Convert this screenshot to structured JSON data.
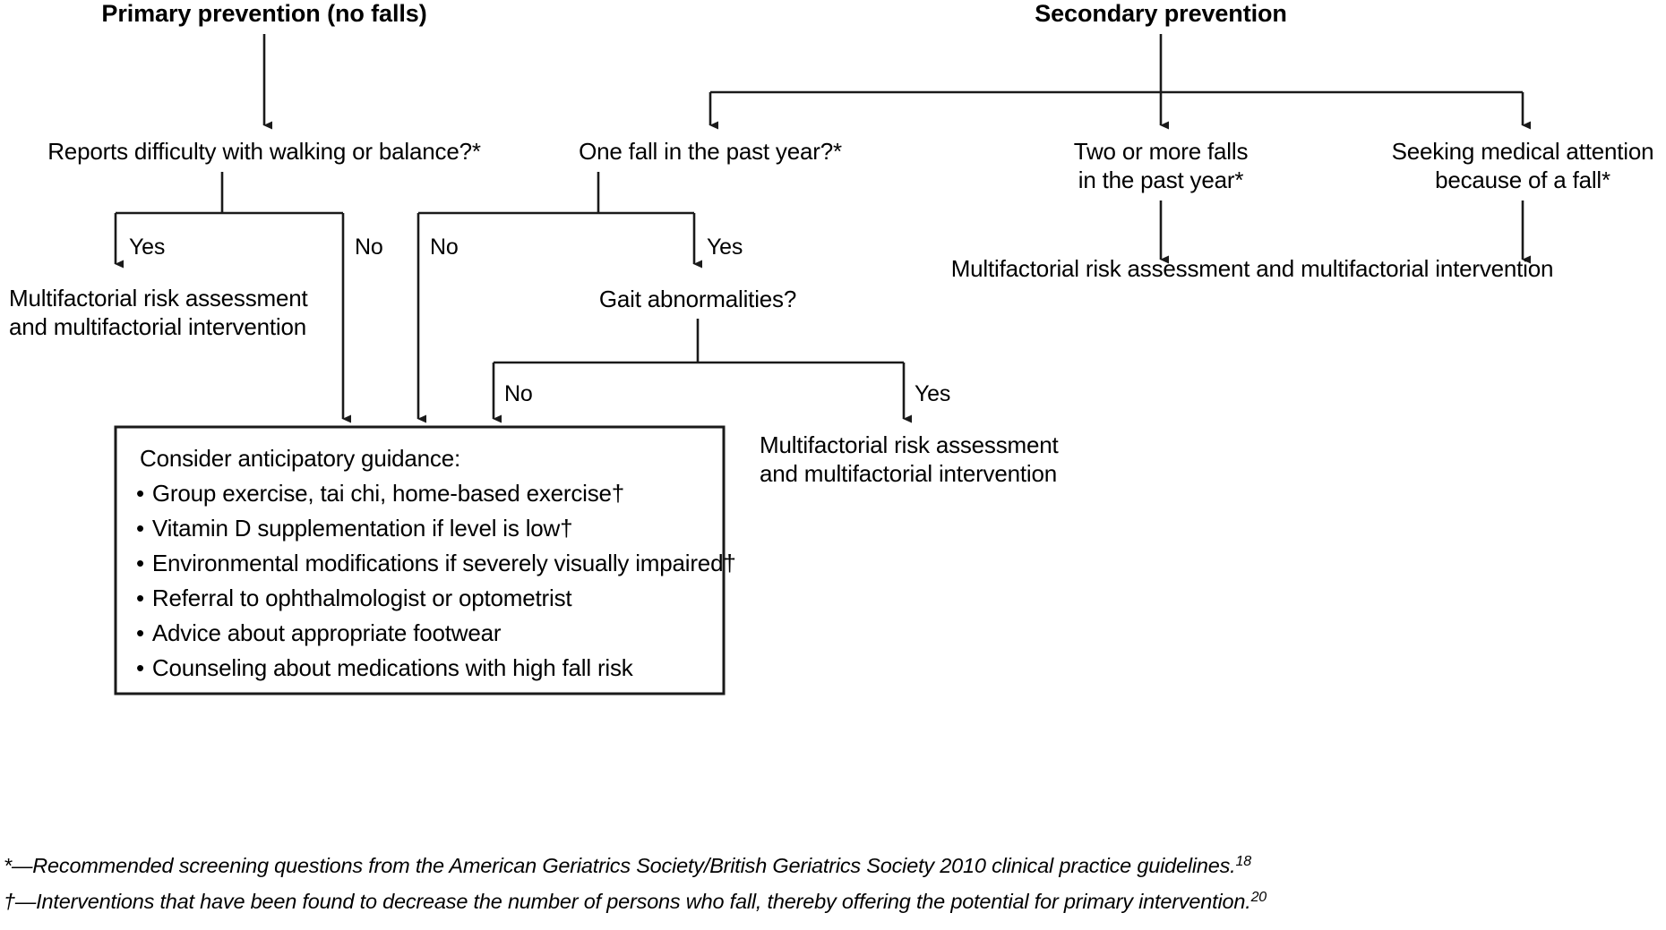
{
  "figure": {
    "type": "clinical-decision-flowchart",
    "title_left": "Primary prevention (no falls)",
    "title_right": "Secondary prevention"
  },
  "headers": {
    "primary": "Primary prevention (no falls)",
    "secondary": "Secondary prevention"
  },
  "nodes": {
    "primary_question": "Reports difficulty with walking or balance?*",
    "one_fall_question": "One fall in the past year?*",
    "two_or_more_falls_line1": "Two or more falls",
    "two_or_more_falls_line2": "in the past year*",
    "seeking_attention_line1": "Seeking medical attention",
    "seeking_attention_line2": "because of a fall*",
    "gait_question": "Gait abnormalities?",
    "outcome_left_line1": "Multifactorial risk assessment",
    "outcome_left_line2": "and multifactorial intervention",
    "outcome_right_single": "Multifactorial risk assessment and multifactorial intervention",
    "outcome_gait_line1": "Multifactorial risk assessment",
    "outcome_gait_line2": "and multifactorial intervention"
  },
  "branch_labels": {
    "primary_yes": "Yes",
    "primary_no": "No",
    "onefall_no": "No",
    "onefall_yes": "Yes",
    "gait_no": "No",
    "gait_yes": "Yes"
  },
  "guidance_box": {
    "title": "Consider anticipatory guidance:",
    "items": [
      "Group exercise, tai chi, home-based exercise†",
      "Vitamin D supplementation if level is low†",
      "Environmental modifications if severely visually impaired†",
      "Referral to ophthalmologist or optometrist",
      "Advice about appropriate footwear",
      "Counseling about medications with high fall risk"
    ],
    "bullet": "•"
  },
  "footnotes": [
    {
      "marker": "*—",
      "text": "Recommended screening questions from the American Geriatrics Society/British Geriatrics Society 2010 clinical practice guidelines.",
      "reference": "18"
    },
    {
      "marker": "†—",
      "text": "Interventions that have been found to decrease the number of persons who fall, thereby offering the potential for primary intervention.",
      "reference": "20"
    }
  ],
  "colors": {
    "ink": "#1a1a1a",
    "background": "#ffffff"
  }
}
